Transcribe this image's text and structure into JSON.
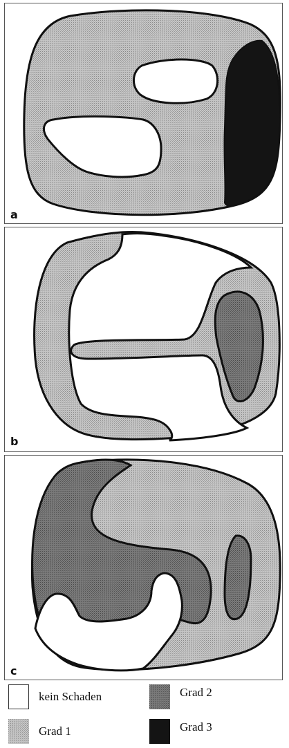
{
  "panels": [
    {
      "label": "a"
    },
    {
      "label": "b"
    },
    {
      "label": "c"
    }
  ],
  "legend": {
    "none": "kein Schaden",
    "grade1": "Grad 1",
    "grade2": "Grad 2",
    "grade3": "Grad 3"
  },
  "colors": {
    "none": "#ffffff",
    "grade1": "#b9b9b9",
    "grade2": "#6f6f6f",
    "grade3": "#141414",
    "outline": "#111111"
  }
}
